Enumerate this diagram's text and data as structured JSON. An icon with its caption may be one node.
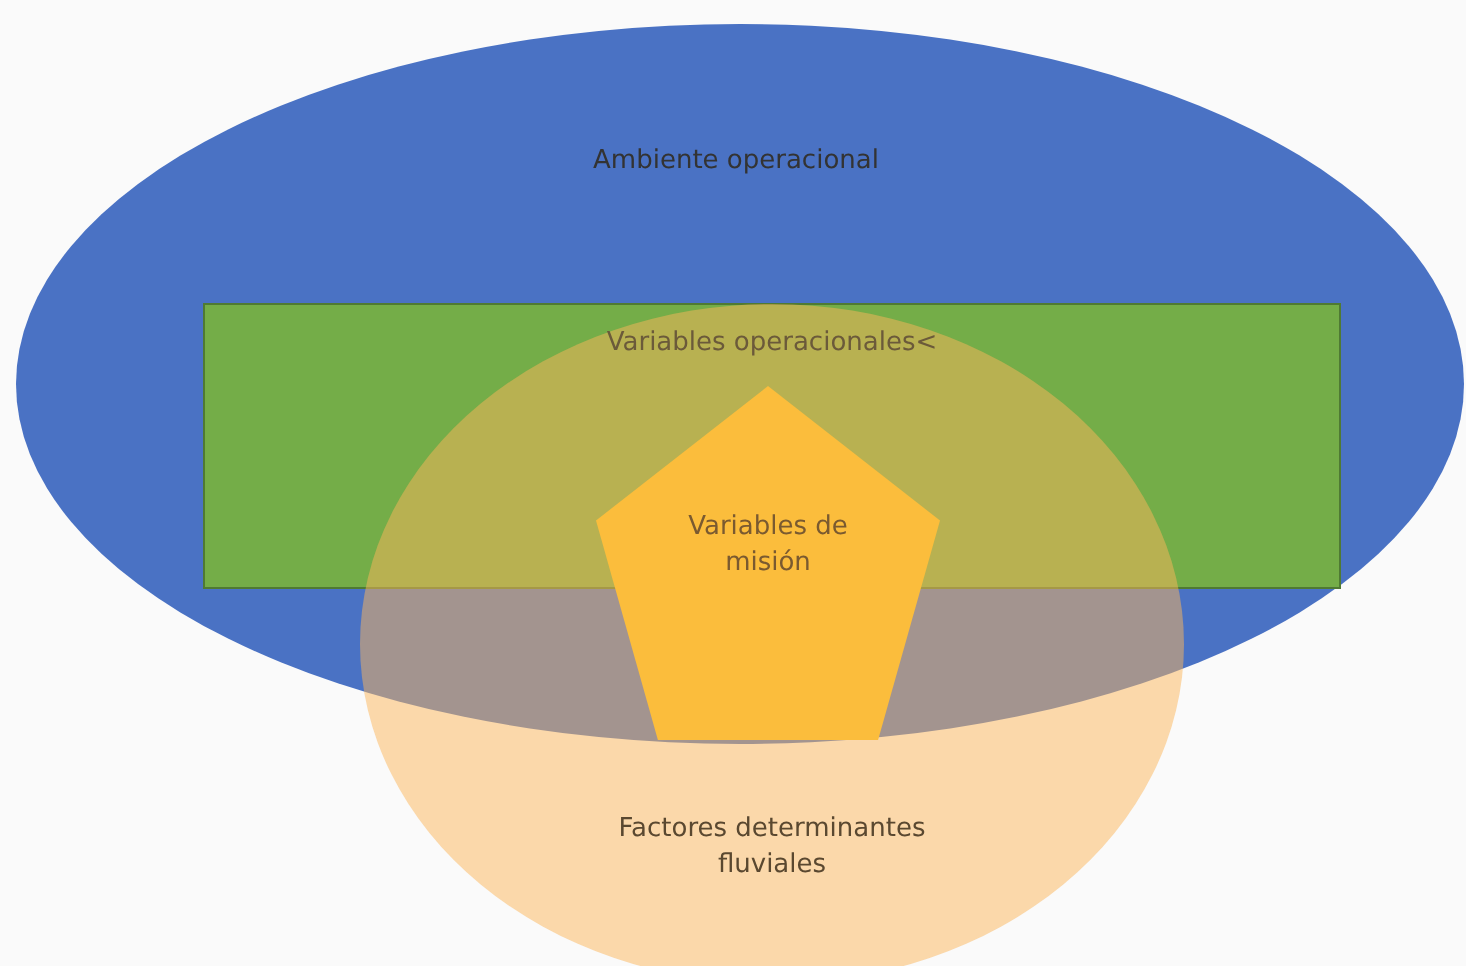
{
  "diagram": {
    "nodes": [
      {
        "text": [
          "Ambiente operacional"
        ]
      },
      {
        "text": [
          "Variables operacionales<"
        ],
        "in": 0
      },
      {
        "text": [
          "Factores determinantes fluviales"
        ]
      },
      {
        "text": [
          "Variables de misión"
        ]
      }
    ]
  }
}
